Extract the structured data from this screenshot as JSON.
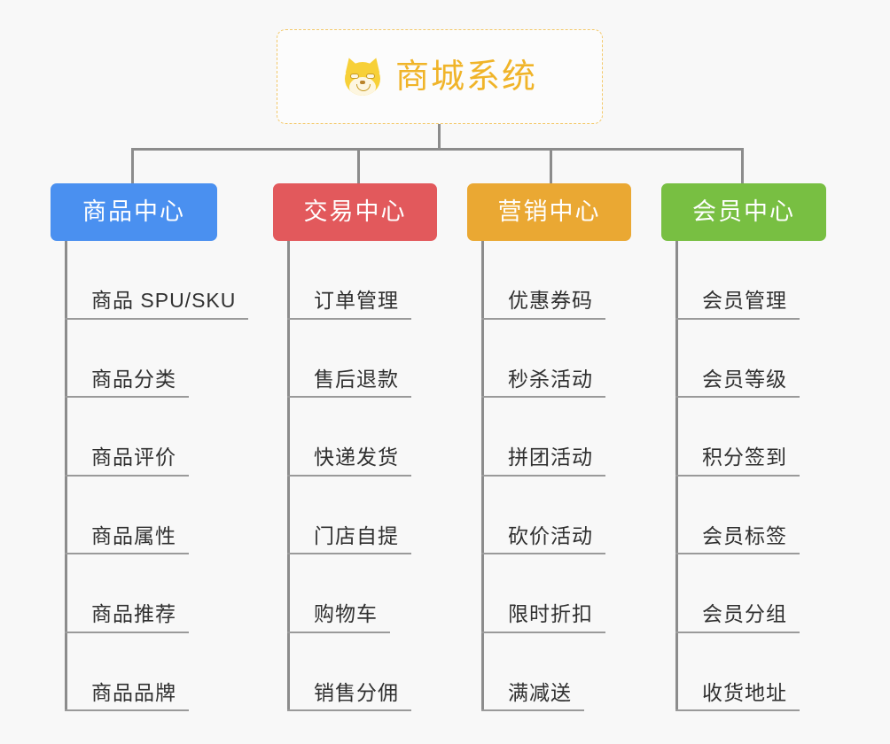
{
  "diagram": {
    "type": "tree-mindmap",
    "background_color": "#f8f8f8",
    "root": {
      "icon": "shiba-dog-icon",
      "title": "商城系统",
      "text_color": "#f0b429",
      "border_color": "#f3c96b",
      "border_style": "dashed"
    },
    "categories": [
      {
        "label": "商品中心",
        "color": "#4a90f0",
        "items": [
          "商品 SPU/SKU",
          "商品分类",
          "商品评价",
          "商品属性",
          "商品推荐",
          "商品品牌"
        ]
      },
      {
        "label": "交易中心",
        "color": "#e2595c",
        "items": [
          "订单管理",
          "售后退款",
          "快递发货",
          "门店自提",
          "购物车",
          "销售分佣"
        ]
      },
      {
        "label": "营销中心",
        "color": "#eaa833",
        "items": [
          "优惠券码",
          "秒杀活动",
          "拼团活动",
          "砍价活动",
          "限时折扣",
          "满减送"
        ]
      },
      {
        "label": "会员中心",
        "color": "#78bf42",
        "items": [
          "会员管理",
          "会员等级",
          "积分签到",
          "会员标签",
          "会员分组",
          "收货地址"
        ]
      }
    ],
    "connector_color": "#8c8c8c",
    "leaf_line_color": "#9a9a9a",
    "leaf_text_color": "#303030"
  }
}
